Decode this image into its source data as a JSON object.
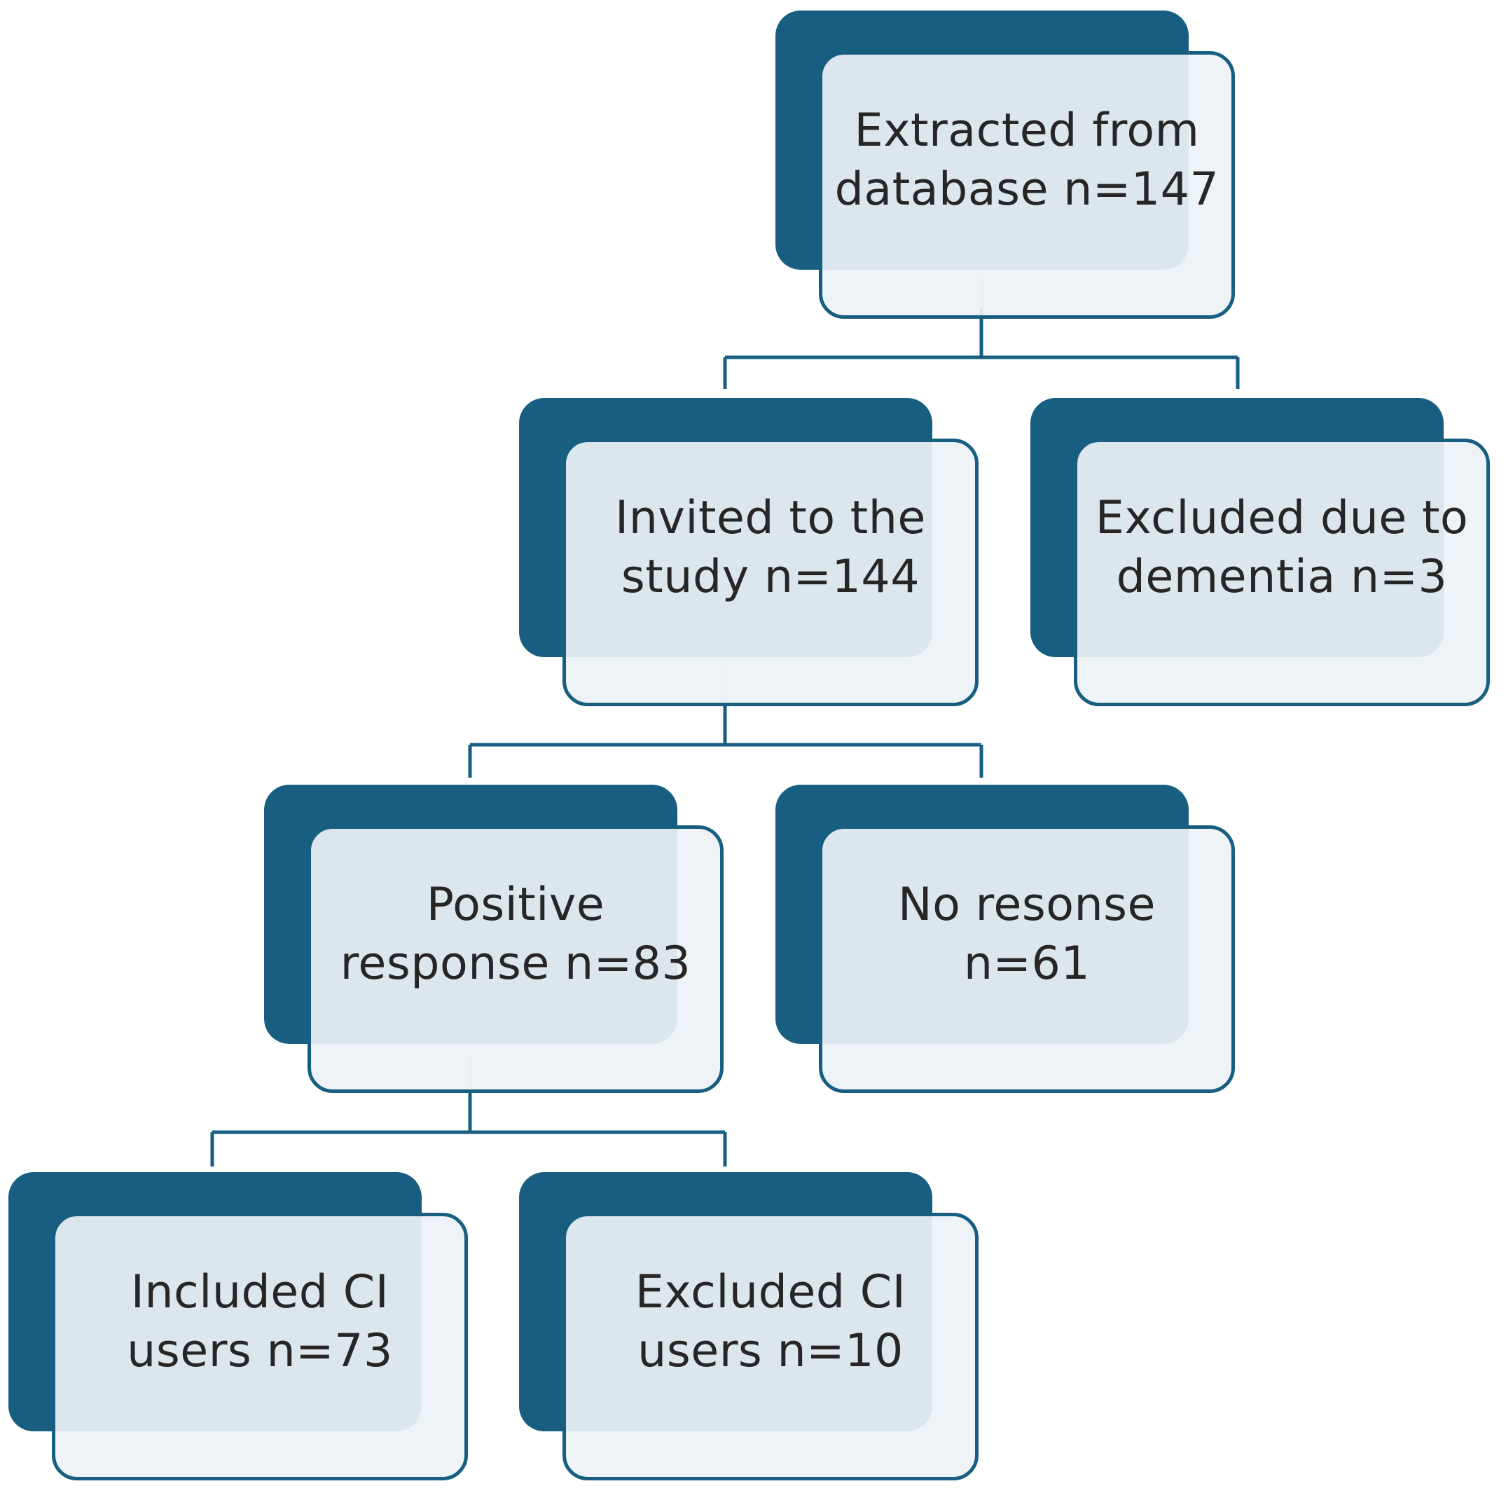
{
  "colors": {
    "dark_box": "#175e80",
    "light_box": "#ecf2f5",
    "connector": "#175e80",
    "text": "#262626"
  },
  "nodes": {
    "extracted": {
      "line1": "Extracted from",
      "line2": "database n=147"
    },
    "invited": {
      "line1": "Invited to the",
      "line2": "study n=144"
    },
    "excluded_dementia": {
      "line1": "Excluded due to",
      "line2": "dementia n=3"
    },
    "positive": {
      "line1": "Positive",
      "line2": "response n=83"
    },
    "no_response": {
      "line1": "No resonse",
      "line2": "n=61"
    },
    "included_ci": {
      "line1": "Included CI",
      "line2": "users n=73"
    },
    "excluded_ci": {
      "line1": "Excluded CI",
      "line2": "users n=10"
    }
  }
}
